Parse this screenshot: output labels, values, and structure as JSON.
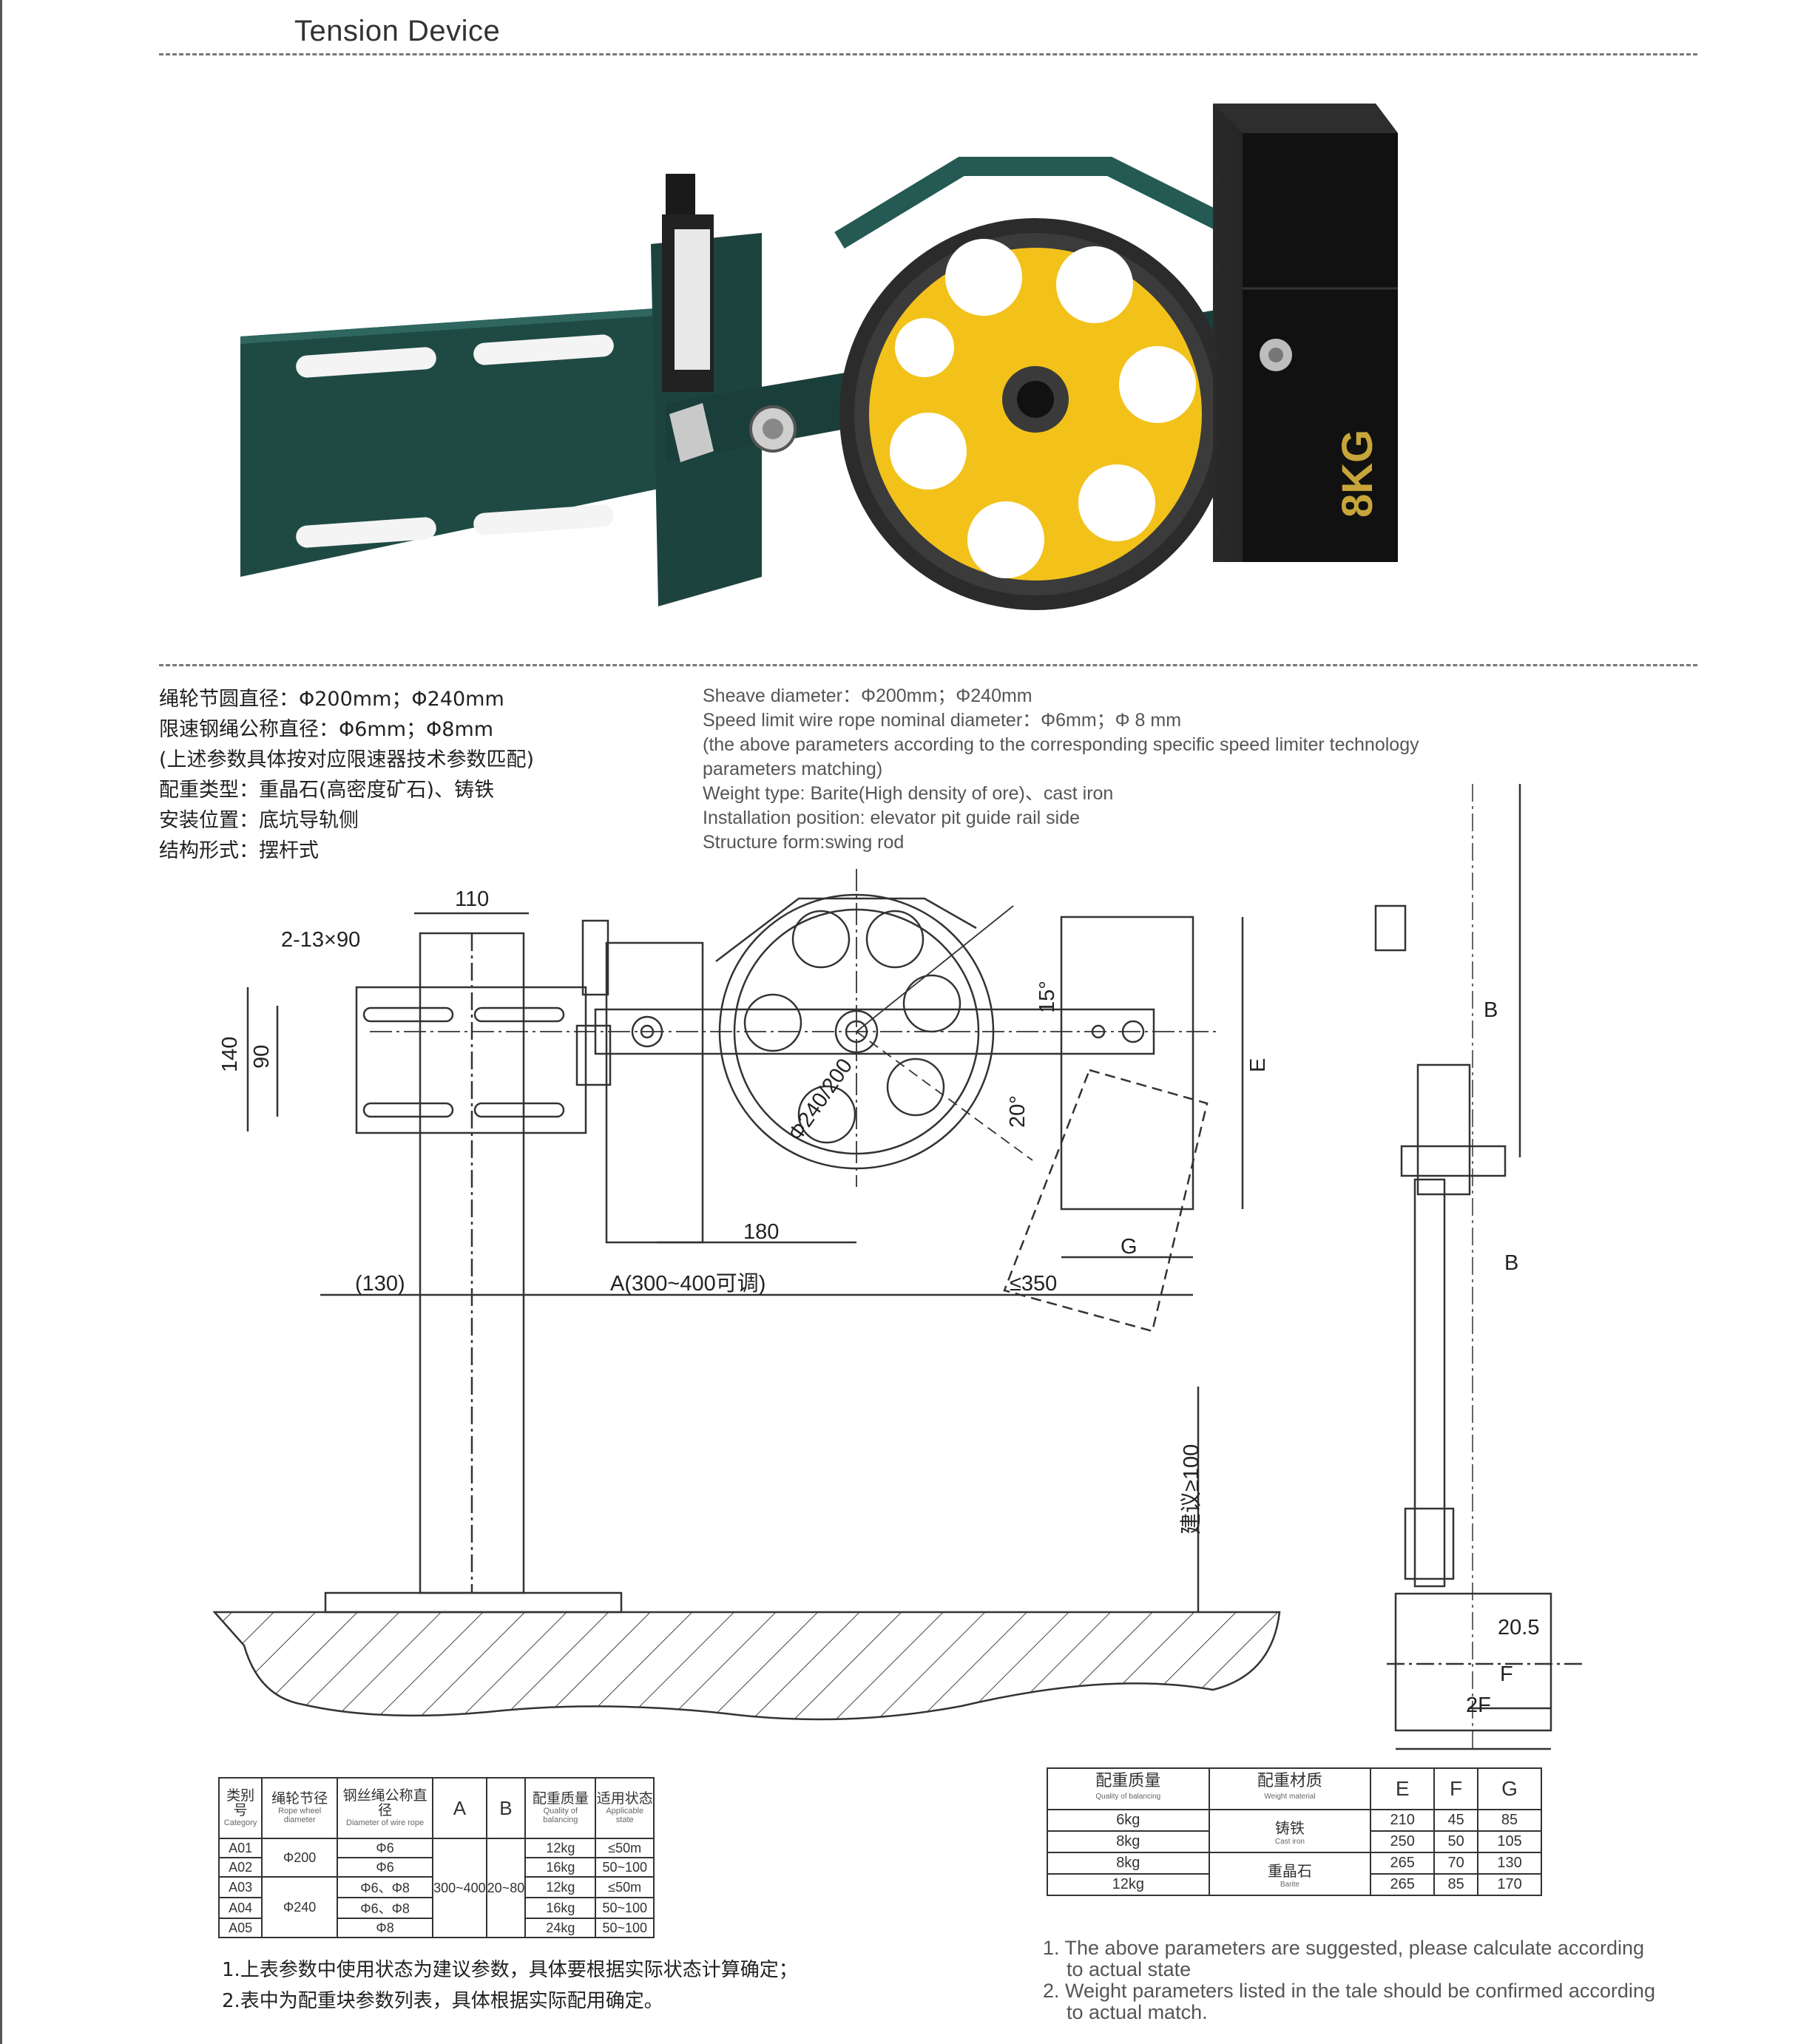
{
  "header": {
    "title": "Tension Device"
  },
  "photo": {
    "weight_label": "8KG"
  },
  "specs_cn": [
    "绳轮节圆直径：Φ200mm；Φ240mm",
    "限速钢绳公称直径：Φ6mm；Φ8mm",
    "(上述参数具体按对应限速器技术参数匹配)",
    "配重类型：重晶石(高密度矿石)、铸铁",
    "安装位置：底坑导轨侧",
    "结构形式：摆杆式"
  ],
  "specs_en": [
    "Sheave diameter：Φ200mm；Φ240mm",
    "Speed limit wire rope nominal diameter：Φ6mm；Φ 8 mm",
    "(the above parameters according to the corresponding specific speed limiter technology parameters matching)",
    "Weight  type: Barite(High density of ore)、cast  iron",
    "Installation position: elevator pit guide rail side",
    "Structure form:swing rod"
  ],
  "drawing": {
    "dim_110": "110",
    "dim_slot": "2-13×90",
    "dim_140": "140",
    "dim_90": "90",
    "dim_15deg": "15°",
    "dim_20deg": "20°",
    "dim_dia": "Φ240/200",
    "dim_E": "E",
    "dim_180": "180",
    "dim_G": "G",
    "dim_130": "(130)",
    "dim_A": "A(300~400可调)",
    "dim_350": "≤350",
    "dim_100": "建议≥100",
    "side_B1": "B",
    "side_B2": "B",
    "side_205": "20.5",
    "side_F": "F",
    "side_2F": "2F"
  },
  "table1": {
    "headers": [
      {
        "cn": "类别号",
        "en": "Category"
      },
      {
        "cn": "绳轮节径",
        "en": "Rope wheel diameter"
      },
      {
        "cn": "钢丝绳公称直径",
        "en": "Diameter of wire rope"
      },
      {
        "cn": "A",
        "en": ""
      },
      {
        "cn": "B",
        "en": ""
      },
      {
        "cn": "配重质量",
        "en": "Quality of balancing"
      },
      {
        "cn": "适用状态",
        "en": "Applicable state"
      }
    ],
    "rows": [
      {
        "cat": "A01",
        "wire": "Φ6",
        "mass": "12kg",
        "state": "≤50m"
      },
      {
        "cat": "A02",
        "wire": "Φ6",
        "mass": "16kg",
        "state": "50~100"
      },
      {
        "cat": "A03",
        "wire": "Φ6、Φ8",
        "mass": "12kg",
        "state": "≤50m"
      },
      {
        "cat": "A04",
        "wire": "Φ6、Φ8",
        "mass": "16kg",
        "state": "50~100"
      },
      {
        "cat": "A05",
        "wire": "Φ8",
        "mass": "24kg",
        "state": "50~100"
      }
    ],
    "wheel_200": "Φ200",
    "wheel_240": "Φ240",
    "A_val": "300~400",
    "B_val": "20~80"
  },
  "table2": {
    "headers": [
      {
        "cn": "配重质量",
        "en": "Quality of balancing"
      },
      {
        "cn": "配重材质",
        "en": "Weight material"
      },
      {
        "cn": "E",
        "en": ""
      },
      {
        "cn": "F",
        "en": ""
      },
      {
        "cn": "G",
        "en": ""
      }
    ],
    "rows": [
      {
        "mass": "6kg",
        "E": "210",
        "F": "45",
        "G": "85"
      },
      {
        "mass": "8kg",
        "E": "250",
        "F": "50",
        "G": "105"
      },
      {
        "mass": "8kg",
        "E": "265",
        "F": "70",
        "G": "130"
      },
      {
        "mass": "12kg",
        "E": "265",
        "F": "85",
        "G": "170"
      }
    ],
    "mat_iron_cn": "铸铁",
    "mat_iron_en": "Cast iron",
    "mat_barite_cn": "重晶石",
    "mat_barite_en": "Barite"
  },
  "notes_cn": [
    "1.上表参数中使用状态为建议参数，具体要根据实际状态计算确定；",
    "2.表中为配重块参数列表，具体根据实际配用确定。"
  ],
  "notes_en": [
    "1. The above parameters are suggested, please calculate according",
    "to actual state",
    "2. Weight parameters listed in the tale should be confirmed according",
    "to actual match."
  ],
  "colors": {
    "bracket_green": "#1f4a44",
    "wheel_yellow": "#f2c21b",
    "weight_black": "#151515",
    "weight_label": "#c8a53a"
  }
}
